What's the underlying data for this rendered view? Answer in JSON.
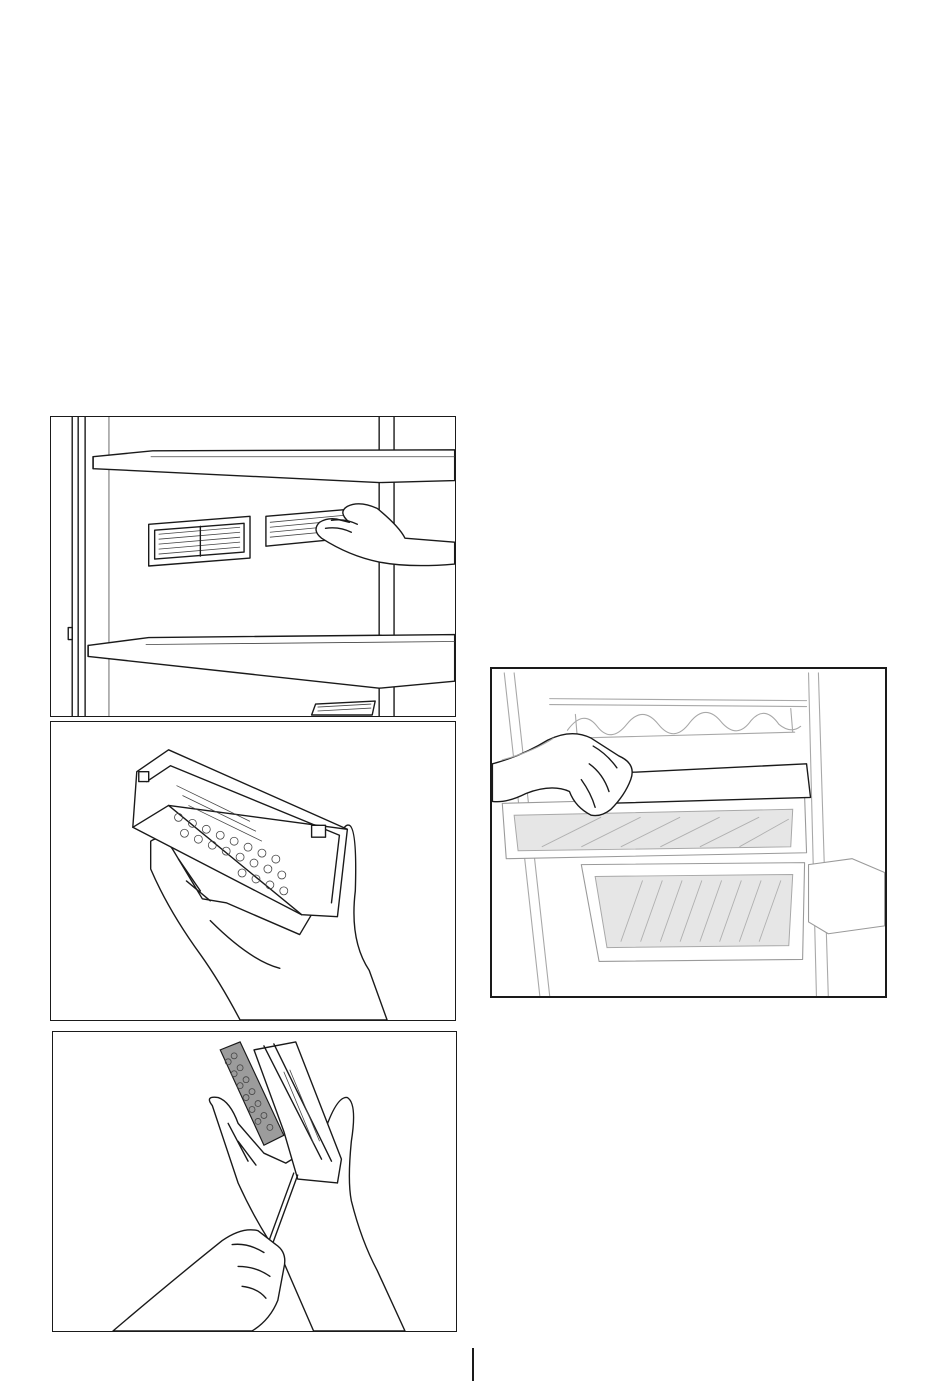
{
  "figures": [
    {
      "name": "remove-odour-filter-from-fridge-wall"
    },
    {
      "name": "odour-filter-cassette-in-hand"
    },
    {
      "name": "open-filter-cassette-with-tool"
    },
    {
      "name": "slide-out-crisper-drawer-cover"
    }
  ],
  "page_marker": {
    "present": true
  }
}
